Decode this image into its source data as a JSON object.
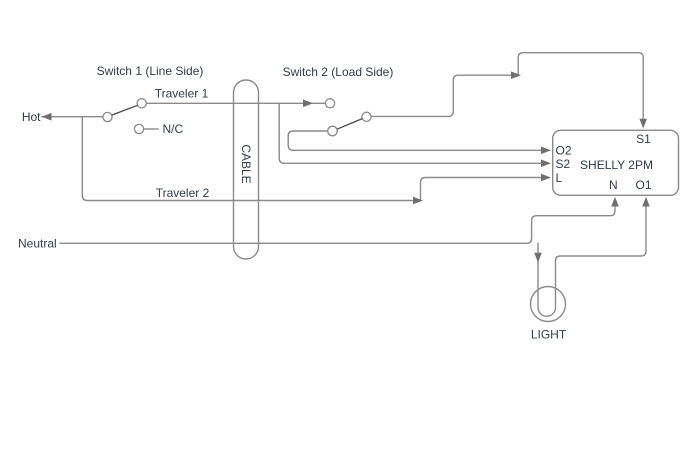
{
  "labels": {
    "switch1": "Switch 1 (Line Side)",
    "switch2": "Switch 2 (Load Side)",
    "hot": "Hot",
    "neutral": "Neutral",
    "traveler1": "Traveler 1",
    "traveler2": "Traveler 2",
    "nc": "N/C",
    "cable": "CABLE",
    "light": "LIGHT"
  },
  "shelly": {
    "name": "SHELLY 2PM",
    "terminals": {
      "s1": "S1",
      "o2": "O2",
      "s2": "S2",
      "l": "L",
      "n": "N",
      "o1": "O1"
    }
  },
  "colors": {
    "background": "#ffffff",
    "wire": "#8a8a8a",
    "switch_blade": "#4a4a4a",
    "arrowhead": "#6f6f6f",
    "text": "#2f3c4c"
  }
}
